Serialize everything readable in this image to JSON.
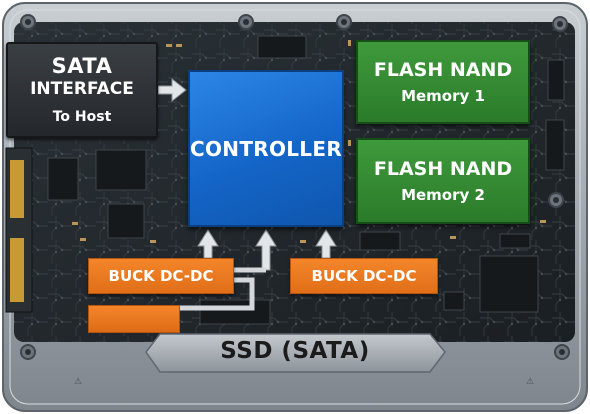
{
  "diagram": {
    "sata_interface": {
      "line1": "SATA",
      "line2": "INTERFACE",
      "line3": "To Host"
    },
    "controller": {
      "label": "CONTROLLER"
    },
    "flash_nand_1": {
      "title": "FLASH NAND",
      "subtitle": "Memory 1"
    },
    "flash_nand_2": {
      "title": "FLASH NAND",
      "subtitle": "Memory 2"
    },
    "buck_1": {
      "label": "BUCK DC-DC"
    },
    "buck_2": {
      "label": "BUCK DC-DC"
    },
    "device_label": "SSD (SATA)"
  },
  "colors": {
    "controller": "#1565c8",
    "flash": "#2e7d2c",
    "buck": "#f07d22",
    "sata_block": "#2d3135",
    "pcb": "#20262b",
    "case": "#9aa1a8"
  }
}
